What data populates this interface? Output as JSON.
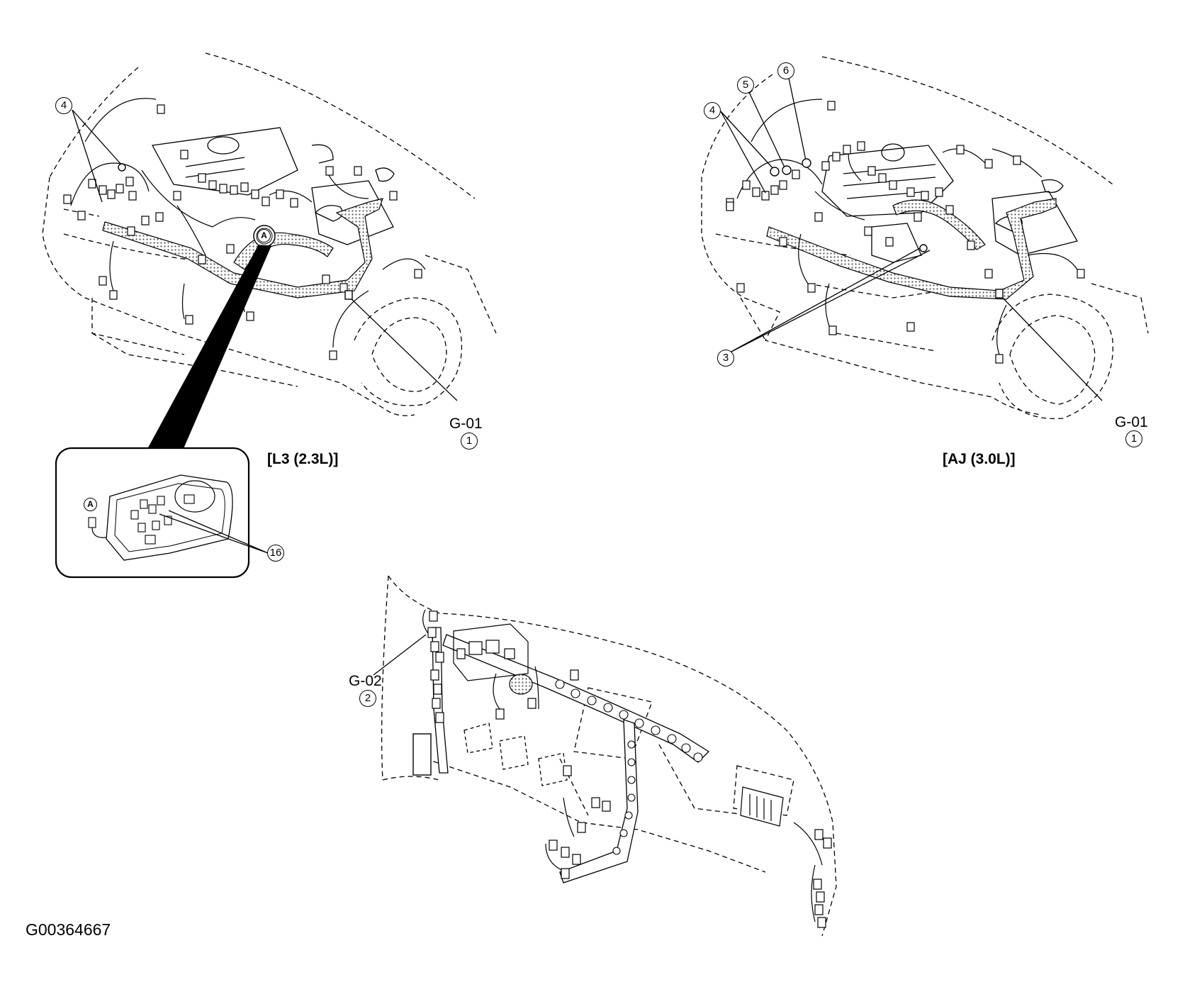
{
  "views": {
    "l3": {
      "caption": "[L3 (2.3L)]",
      "ground": {
        "code": "G-01",
        "ref": "1"
      },
      "callouts": [
        "4",
        "16"
      ],
      "detail_marker": "A"
    },
    "aj": {
      "caption": "[AJ (3.0L)]",
      "ground": {
        "code": "G-01",
        "ref": "1"
      },
      "callouts": [
        "3",
        "4",
        "5",
        "6"
      ]
    },
    "dash": {
      "ground": {
        "code": "G-02",
        "ref": "2"
      }
    }
  },
  "figure_id": "G00364667",
  "colors": {
    "line": "#000000",
    "harness_fill": "#bdbdbd",
    "background": "#ffffff"
  }
}
